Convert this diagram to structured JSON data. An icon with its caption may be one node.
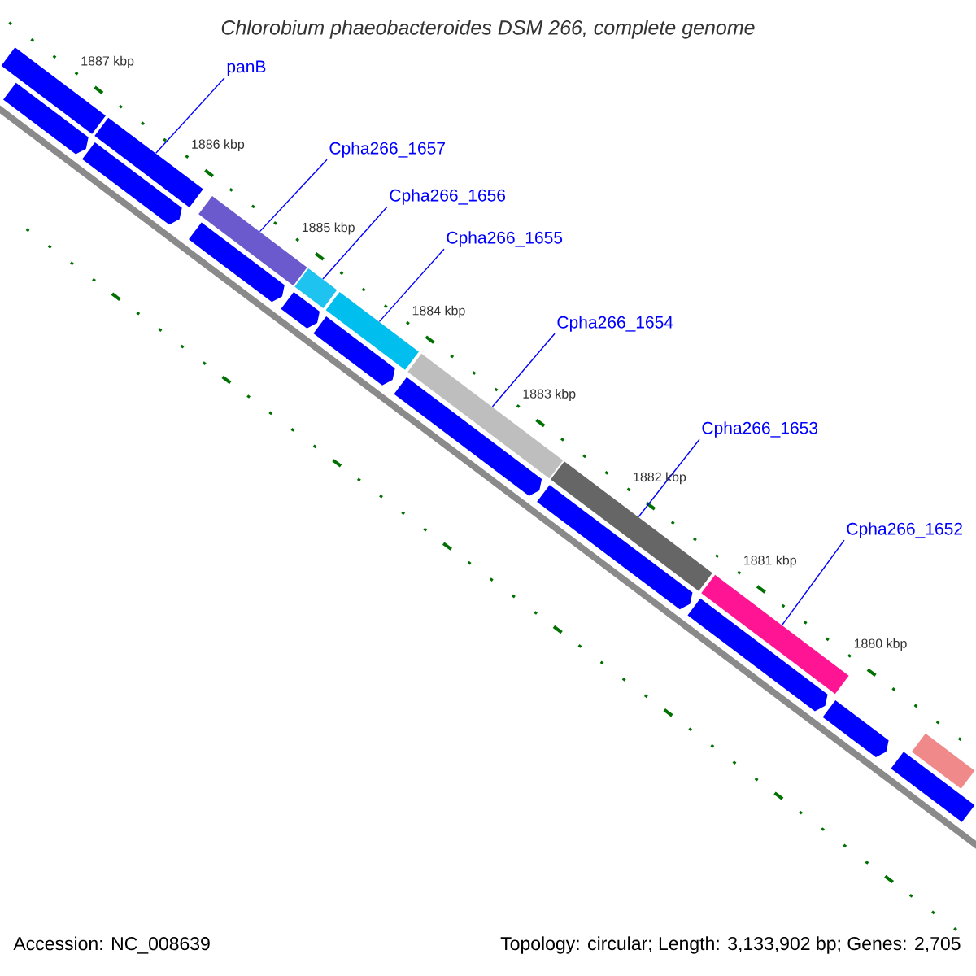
{
  "diagram": {
    "title": "Chlorobium phaeobacteroides DSM 266, complete genome",
    "nodes": [
      {
        "text": [
          "panB"
        ]
      },
      {
        "text": [
          "Cpha266_1657"
        ]
      },
      {
        "text": [
          "Cpha266_1656"
        ]
      },
      {
        "text": [
          "Cpha266_1655"
        ]
      },
      {
        "text": [
          "Cpha266_1654"
        ]
      },
      {
        "text": [
          "Cpha266_1653"
        ]
      },
      {
        "text": [
          "Cpha266_1652"
        ]
      },
      {
        "text": [],
        "shape": "bar"
      },
      {
        "text": [],
        "shape": "bar"
      },
      {
        "text": [],
        "shape": "bar"
      },
      {
        "text": [],
        "shape": "bar"
      },
      {
        "text": [],
        "shape": "bar"
      },
      {
        "text": [],
        "shape": "bar"
      },
      {
        "text": [],
        "shape": "bar"
      },
      {
        "text": [],
        "shape": "bar"
      },
      {
        "text": [],
        "shape": "bar"
      },
      {
        "text": [],
        "shape": "arrow"
      },
      {
        "text": [],
        "shape": "arrow"
      },
      {
        "text": [],
        "shape": "arrow"
      },
      {
        "text": [],
        "shape": "arrow"
      },
      {
        "text": [],
        "shape": "arrow"
      },
      {
        "text": [],
        "shape": "arrow"
      },
      {
        "text": [],
        "shape": "arrow"
      },
      {
        "text": [],
        "shape": "arrow"
      },
      {
        "text": [],
        "shape": "arrow"
      },
      {
        "text": [],
        "shape": "arrow"
      }
    ],
    "edges": [
      {
        "from": 0,
        "to": 8,
        "arrow": "none"
      },
      {
        "from": 1,
        "to": 9,
        "arrow": "none"
      },
      {
        "from": 2,
        "to": 10,
        "arrow": "none"
      },
      {
        "from": 3,
        "to": 11,
        "arrow": "none"
      },
      {
        "from": 4,
        "to": 12,
        "arrow": "none"
      },
      {
        "from": 5,
        "to": 13,
        "arrow": "none"
      },
      {
        "from": 6,
        "to": 14,
        "arrow": "none"
      }
    ],
    "labels": [
      "1887 kbp",
      "1886 kbp",
      "1885 kbp",
      "1884 kbp",
      "1883 kbp",
      "1882 kbp",
      "1881 kbp",
      "1880 kbp",
      "Accession: NC_008639",
      "Topology: circular; Length: 3,133,902 bp; Genes: 2,705"
    ]
  }
}
